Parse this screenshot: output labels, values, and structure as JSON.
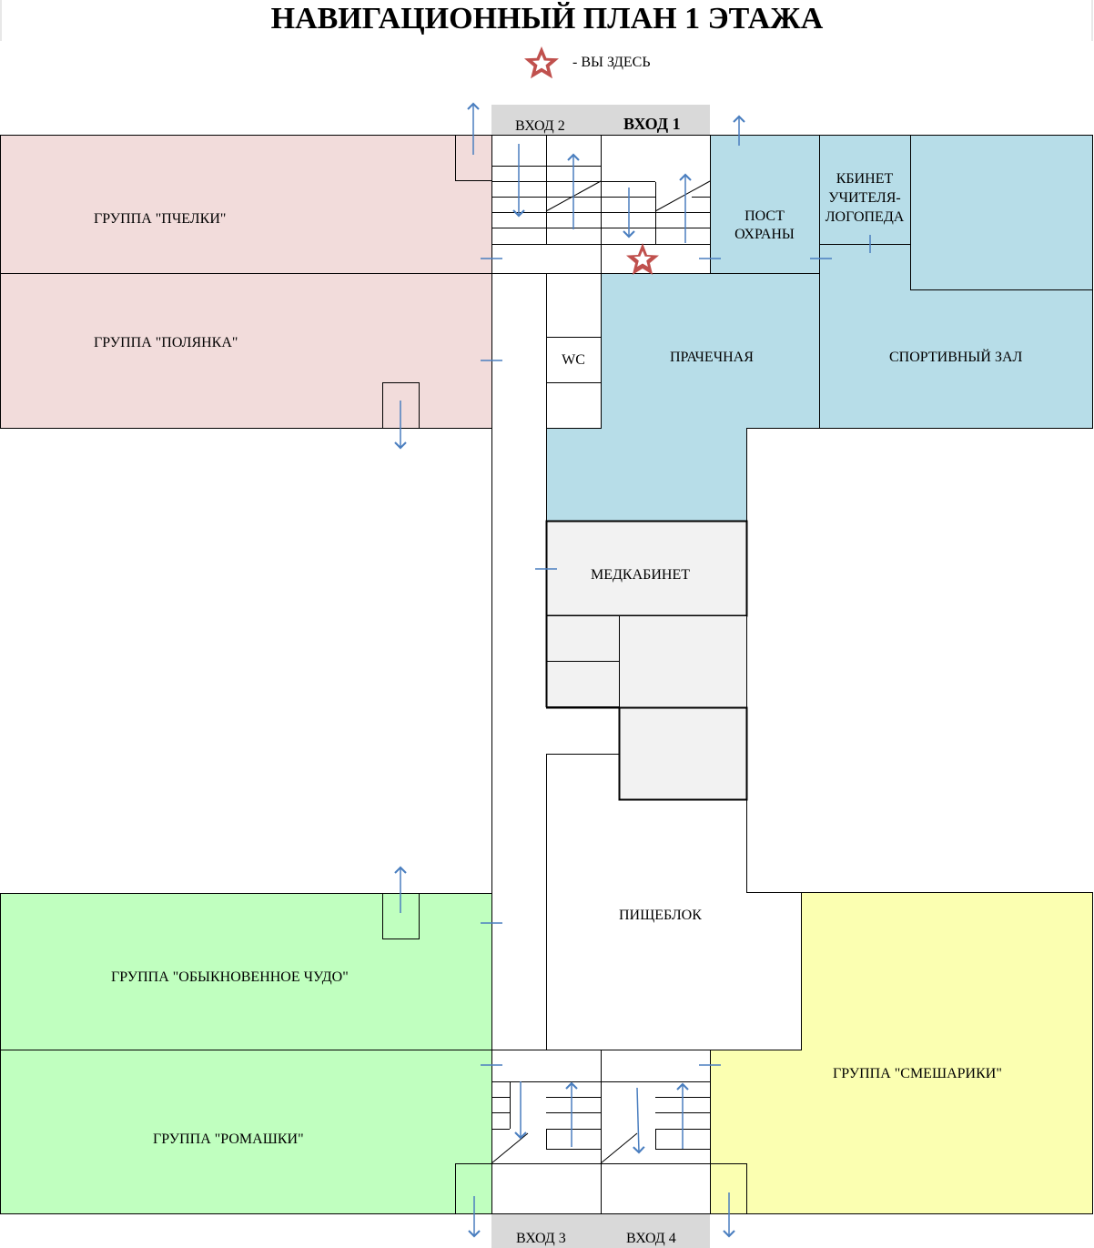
{
  "title": "НАВИГАЦИОННЫЙ ПЛАН 1 ЭТАЖА",
  "legend": {
    "icon": "star-icon",
    "text": "- ВЫ ЗДЕСЬ"
  },
  "colors": {
    "pink": "#f2dcdb",
    "blue": "#b7dde8",
    "gray": "#f2f2f2",
    "green": "#c0ffbf",
    "yellow": "#fbffb1",
    "arrow": "#4a7ebf",
    "star": "#c0504d"
  },
  "entrances": {
    "entrance_1": "ВХОД 1",
    "entrance_2": "ВХОД 2",
    "entrance_3": "ВХОД 3",
    "entrance_4": "ВХОД 4"
  },
  "rooms": {
    "pchelki": "ГРУППА \"ПЧЕЛКИ\"",
    "polyanka": "ГРУППА \"ПОЛЯНКА\"",
    "chudo": "ГРУППА \"ОБЫКНОВЕННОЕ ЧУДО\"",
    "romashki": "ГРУППА \"РОМАШКИ\"",
    "smeshariki": "ГРУППА \"СМЕШАРИКИ\"",
    "security_line1": "ПОСТ",
    "security_line2": "ОХРАНЫ",
    "speech_line1": "КБИНЕТ",
    "speech_line2": "УЧИТЕЛЯ-",
    "speech_line3": "ЛОГОПЕДА",
    "laundry": "ПРАЧЕЧНАЯ",
    "gym": "СПОРТИВНЫЙ ЗАЛ",
    "wc": "WC",
    "medical": "МЕДКАБИНЕТ",
    "kitchen": "ПИЩЕБЛОК"
  }
}
